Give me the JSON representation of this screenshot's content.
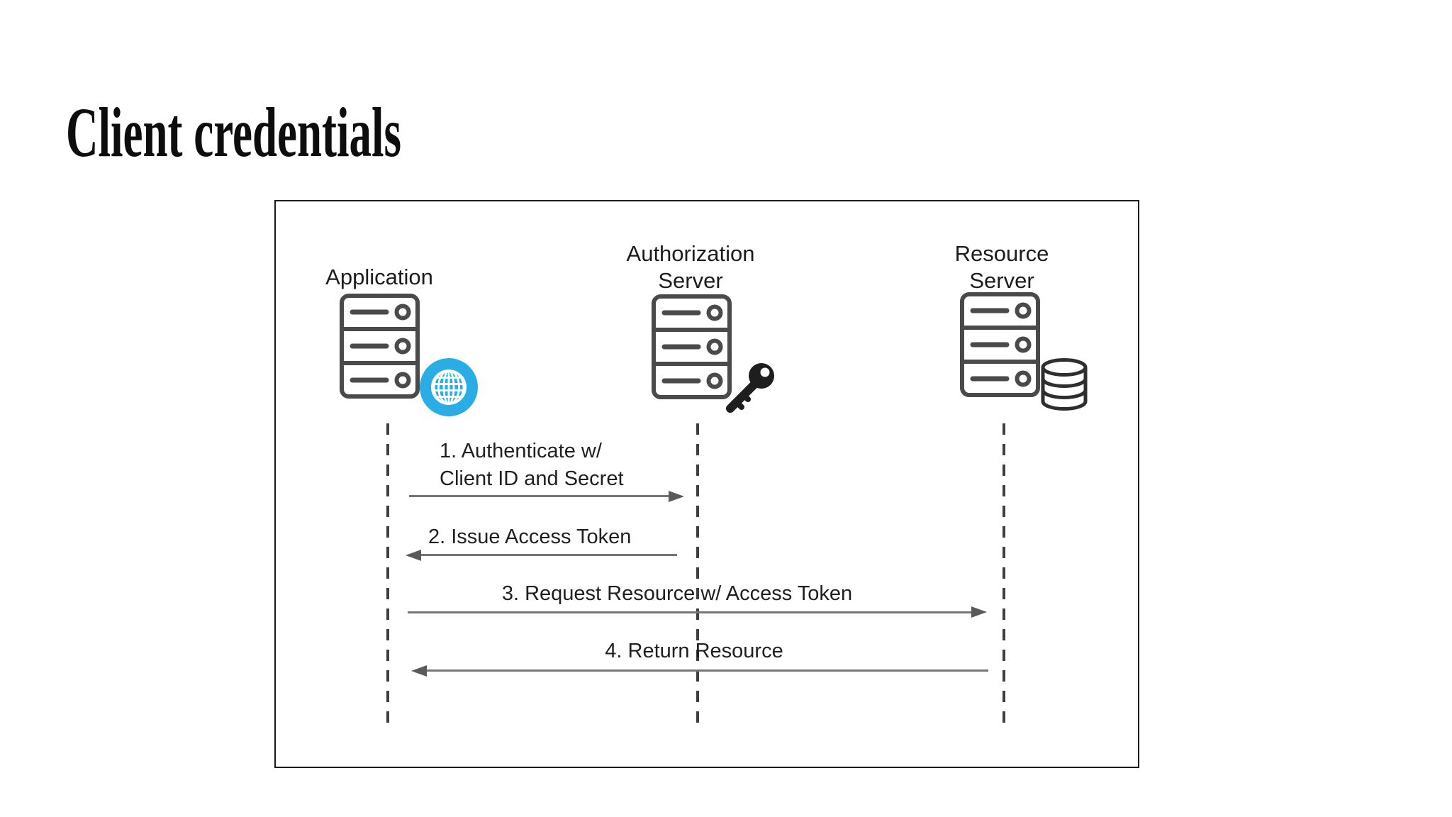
{
  "slide": {
    "title": "Client credentials"
  },
  "diagram": {
    "actors": [
      {
        "id": "application",
        "lines": [
          "Application"
        ],
        "badge_icon": "globe-icon"
      },
      {
        "id": "authorization-server",
        "lines": [
          "Authorization",
          "Server"
        ],
        "badge_icon": "key-icon"
      },
      {
        "id": "resource-server",
        "lines": [
          "Resource",
          "Server"
        ],
        "badge_icon": "database-icon"
      }
    ],
    "messages": [
      {
        "step": "1",
        "lines": [
          "1. Authenticate w/",
          "Client ID and Secret"
        ],
        "from": "application",
        "to": "authorization-server",
        "direction": "right"
      },
      {
        "step": "2",
        "lines": [
          "2. Issue Access Token"
        ],
        "from": "authorization-server",
        "to": "application",
        "direction": "left"
      },
      {
        "step": "3",
        "lines": [
          "3. Request Resource w/ Access Token"
        ],
        "from": "application",
        "to": "resource-server",
        "direction": "right"
      },
      {
        "step": "4",
        "lines": [
          "4. Return Resource"
        ],
        "from": "resource-server",
        "to": "application",
        "direction": "left"
      }
    ],
    "colors": {
      "text": "#1f1f1f",
      "icon_stroke": "#4a4a4a",
      "arrow_line": "#757575",
      "arrow_head": "#5a5a5a",
      "lifeline": "#3f3f3f",
      "globe_blue": "#29ade4",
      "key_black": "#1e1e1e",
      "database_stroke": "#2e2e2e",
      "panel_border": "#1b1b1b"
    }
  }
}
